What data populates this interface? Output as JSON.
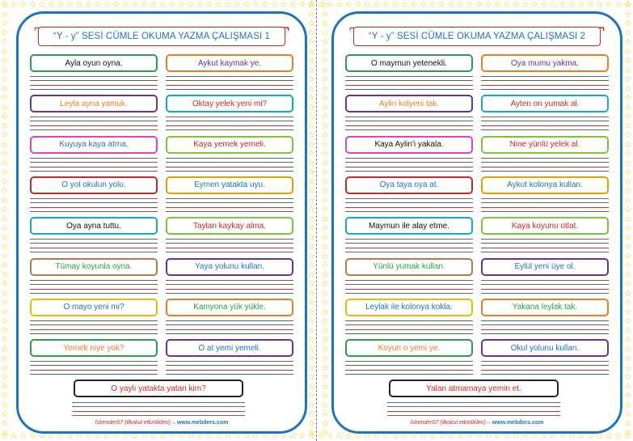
{
  "colors": {
    "star": "#e8c800",
    "frame": "#1e73be",
    "title_border": "#c62828"
  },
  "star_icon": "star-icon",
  "sheets": [
    {
      "title": "“Y - y” SESİ CÜMLE OKUMA YAZMA ÇALIŞMASI  1",
      "rows": [
        [
          {
            "text": "Ayla oyun oyna.",
            "border": "#2e9d4a",
            "color": "#111111"
          },
          {
            "text": "Aykut kaymak ye.",
            "border": "#e67e22",
            "color": "#6a2fa0"
          }
        ],
        [
          {
            "text": "Leyla ayna yamuk.",
            "border": "#6a2fa0",
            "color": "#e67e22"
          },
          {
            "text": "Oktay yelek yeni mi?",
            "border": "#16a9c5",
            "color": "#c62828"
          }
        ],
        [
          {
            "text": "Kuyuya kaya atma.",
            "border": "#d845c9",
            "color": "#1e73be"
          },
          {
            "text": "Kaya yemek yemeli.",
            "border": "#7cc242",
            "color": "#c62828"
          }
        ],
        [
          {
            "text": "O yol okulun yolu.",
            "border": "#c62828",
            "color": "#1e73be"
          },
          {
            "text": "Eymen yatakta uyu.",
            "border": "#e0a000",
            "color": "#1e73be"
          }
        ],
        [
          {
            "text": "Oya ayna tuttu.",
            "border": "#16a9c5",
            "color": "#111111"
          },
          {
            "text": "Taylan kaykay alma.",
            "border": "#7cc242",
            "color": "#c62828"
          }
        ],
        [
          {
            "text": "Tümay koyunla oyna.",
            "border": "#b07a4a",
            "color": "#2e9d4a"
          },
          {
            "text": "Yaya yolunu kullan.",
            "border": "#6a2fa0",
            "color": "#1e73be"
          }
        ],
        [
          {
            "text": "O mayo yeni mi?",
            "border": "#e0c000",
            "color": "#1e73be"
          },
          {
            "text": "Kamyona yük yükle.",
            "border": "#e67e22",
            "color": "#2e9d4a"
          }
        ],
        [
          {
            "text": "Yemek niye yok?",
            "border": "#2e9d4a",
            "color": "#e67e22"
          },
          {
            "text": "O at yemi yemeli.",
            "border": "#6a2fa0",
            "color": "#1e73be"
          }
        ]
      ],
      "last": "O yaylı yatakta yatan kim?",
      "footer_author": "İskender07 (ilkokul etkinlikleri) –",
      "footer_site": "www.mebders.com"
    },
    {
      "title": "“Y - y” SESİ CÜMLE OKUMA YAZMA ÇALIŞMASI  2",
      "rows": [
        [
          {
            "text": "O maymun yetenekli.",
            "border": "#2e9d4a",
            "color": "#111111"
          },
          {
            "text": "Oya mumu yakma.",
            "border": "#e67e22",
            "color": "#6a2fa0"
          }
        ],
        [
          {
            "text": "Aylin kolyeni tak.",
            "border": "#6a2fa0",
            "color": "#e67e22"
          },
          {
            "text": "Ayten on yumak al.",
            "border": "#16a9c5",
            "color": "#c62828"
          }
        ],
        [
          {
            "text": "Kaya Aylin'i yakala.",
            "border": "#d845c9",
            "color": "#111111"
          },
          {
            "text": "Nine yünlü yelek al.",
            "border": "#7cc242",
            "color": "#c62828"
          }
        ],
        [
          {
            "text": "Oya taya oya at.",
            "border": "#c62828",
            "color": "#1e73be"
          },
          {
            "text": "Aykut kolonya kullan.",
            "border": "#e0a000",
            "color": "#1e73be"
          }
        ],
        [
          {
            "text": "Maymun ile alay etme.",
            "border": "#16a9c5",
            "color": "#111111"
          },
          {
            "text": "Kaya koyunu otlat.",
            "border": "#7cc242",
            "color": "#c62828"
          }
        ],
        [
          {
            "text": "Yünlü yumak kullan.",
            "border": "#b07a4a",
            "color": "#2e9d4a"
          },
          {
            "text": "Eylül yeni üye ol.",
            "border": "#6a2fa0",
            "color": "#1e73be"
          }
        ],
        [
          {
            "text": "Leylak ile kolonya kokla.",
            "border": "#e0c000",
            "color": "#1e73be"
          },
          {
            "text": "Yakana leylak tak.",
            "border": "#e67e22",
            "color": "#2e9d4a"
          }
        ],
        [
          {
            "text": "Koyun o yemi ye.",
            "border": "#2e9d4a",
            "color": "#e67e22"
          },
          {
            "text": "Okul yolunu kullan.",
            "border": "#6a2fa0",
            "color": "#1e73be"
          }
        ]
      ],
      "last": "Yalan atmamaya yemin et.",
      "footer_author": "İskender07 (ilkokul etkinlikleri) –",
      "footer_site": "www.mebders.com"
    }
  ]
}
